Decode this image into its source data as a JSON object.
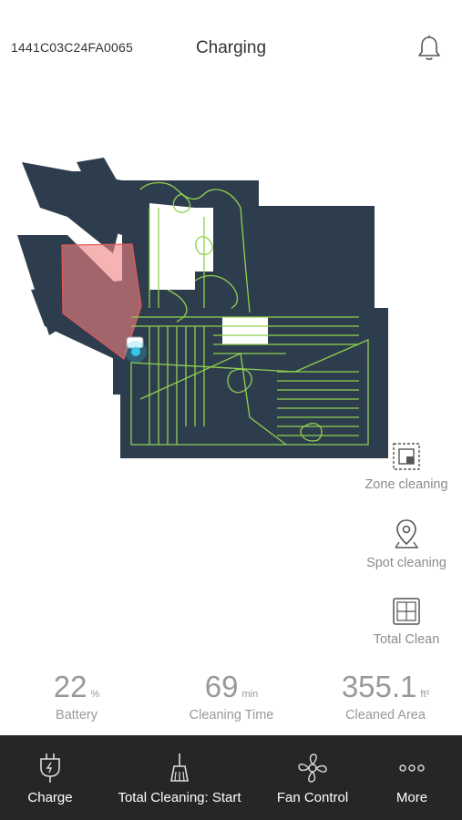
{
  "header": {
    "device_id": "1441C03C24FA0065",
    "title": "Charging",
    "bell_icon": "bell-icon"
  },
  "side_actions": [
    {
      "label": "Zone cleaning",
      "icon": "zone-cleaning-icon"
    },
    {
      "label": "Spot cleaning",
      "icon": "location-pin-icon"
    },
    {
      "label": "Total Clean",
      "icon": "total-clean-icon"
    }
  ],
  "stats": {
    "battery": {
      "value": "22",
      "unit": "%",
      "label": "Battery"
    },
    "time": {
      "value": "69",
      "unit": "min",
      "label": "Cleaning Time"
    },
    "area": {
      "value": "355.1",
      "unit": "ft²",
      "label": "Cleaned Area"
    }
  },
  "bottom_nav": [
    {
      "label": "Charge",
      "icon": "charge-plug-icon"
    },
    {
      "label": "Total Cleaning: Start",
      "icon": "broom-icon"
    },
    {
      "label": "Fan Control",
      "icon": "fan-icon"
    },
    {
      "label": "More",
      "icon": "more-dots-icon"
    }
  ],
  "colors": {
    "map_fill": "#2e3d4d",
    "path": "#8fd14f",
    "zone": "#f08080",
    "robot": "#35c6e8",
    "bottom_bar": "#262626"
  }
}
